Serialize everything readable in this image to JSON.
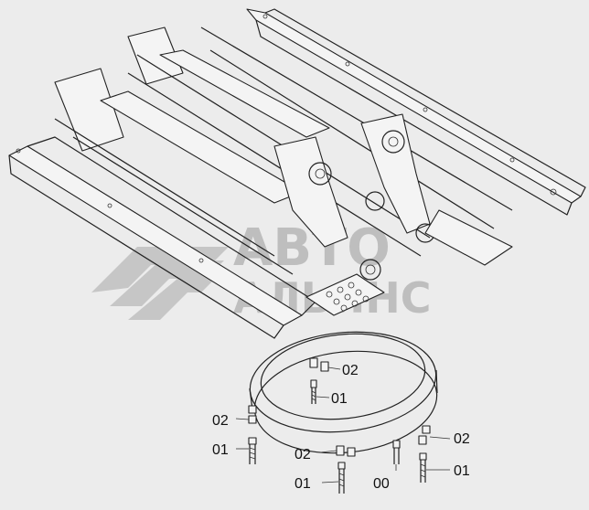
{
  "watermark": {
    "line1": "АВТО",
    "line2": "АЛЬЯНС"
  },
  "callouts": {
    "ring_top_washer": "02",
    "ring_top_bolt": "01",
    "left_washer": "02",
    "left_bolt": "01",
    "center_washer": "02",
    "center_bolt": "01",
    "center_pin": "00",
    "right_washer": "02",
    "right_bolt": "01"
  }
}
